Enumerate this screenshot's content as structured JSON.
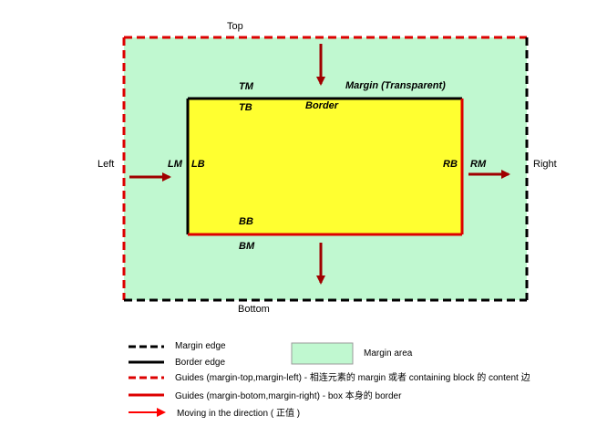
{
  "sides": {
    "top": "Top",
    "bottom": "Bottom",
    "left": "Left",
    "right": "Right"
  },
  "box_labels": {
    "tm": "TM",
    "tb": "TB",
    "bb": "BB",
    "bm": "BM",
    "lm": "LM",
    "lb": "LB",
    "rb": "RB",
    "rm": "RM",
    "border": "Border",
    "margin": "Margin (Transparent)"
  },
  "legend": {
    "margin_edge": "Margin edge",
    "border_edge": "Border edge",
    "guides_top_left": "Guides (margin-top,margin-left) -  相连元素的 margin 或者 containing block 的 content 边",
    "guides_bottom_right": "Guides (margin-botom,margin-right) - box 本身的 border",
    "moving": "Moving in the direction ( 正值 )",
    "margin_area": "Margin area"
  },
  "colors": {
    "margin_fill": "#c0f8d0",
    "content_fill": "#ffff30",
    "guide_red": "#dd0000",
    "arrow_dark_red": "#a00000",
    "arrow_red": "#ff0000",
    "edge_black": "#000000"
  }
}
